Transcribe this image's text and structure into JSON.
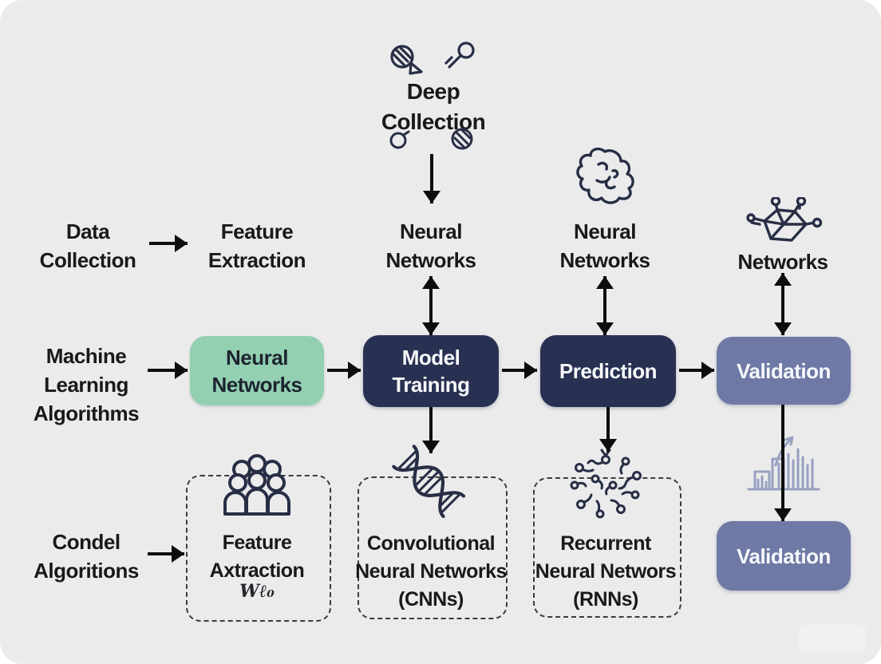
{
  "colors": {
    "background": "#ebebec",
    "ink_text": "#19191b",
    "icon_ink": "#272e45",
    "green_box": "#93d0b2",
    "navy_box": "#293152",
    "slate_box": "#6e7aa5",
    "box_light_text": "#f7f8fb",
    "chart_icon": "#97a0c0",
    "arrow": "#0d0d0d"
  },
  "top": {
    "deep_collection": "Deep\nCollection"
  },
  "row1": {
    "data_collection": "Data\nCollection",
    "feature_extraction": "Feature\nExtraction",
    "neural_networks_left": "Neural\nNetworks",
    "neural_networks_right": "Neural\nNetworks",
    "networks": "Networks"
  },
  "main": {
    "ml_algorithms": "Machine\nLearning\nAlgorithms",
    "neural_networks_box": "Neural\nNetworks",
    "model_training_box": "Model\nTraining",
    "prediction_box": "Prediction",
    "validation_box": "Validation"
  },
  "bottom": {
    "condel_algoritions": "Condel\nAlgoritions",
    "feature_axtraction": "Feature\nAxtraction",
    "squiggle": "Wℓ₀",
    "cnn": "Convolutional\nNeural Networks\n(CNNs)",
    "rnn": "Recurrent\nNeural Networs\n(RNNs)",
    "validation_box": "Validation"
  },
  "icons": {
    "top_left": "dna-cell-icon",
    "top_right": "pin-icon",
    "below_left": "small-circle-icon",
    "below_right": "hatched-circle-icon",
    "brain": "brain-icon",
    "molecule": "molecule-network-icon",
    "crowd": "people-group-icon",
    "dna": "dna-helix-icon",
    "neurons": "neuron-scatter-icon",
    "chart": "bar-chart-trend-icon"
  }
}
